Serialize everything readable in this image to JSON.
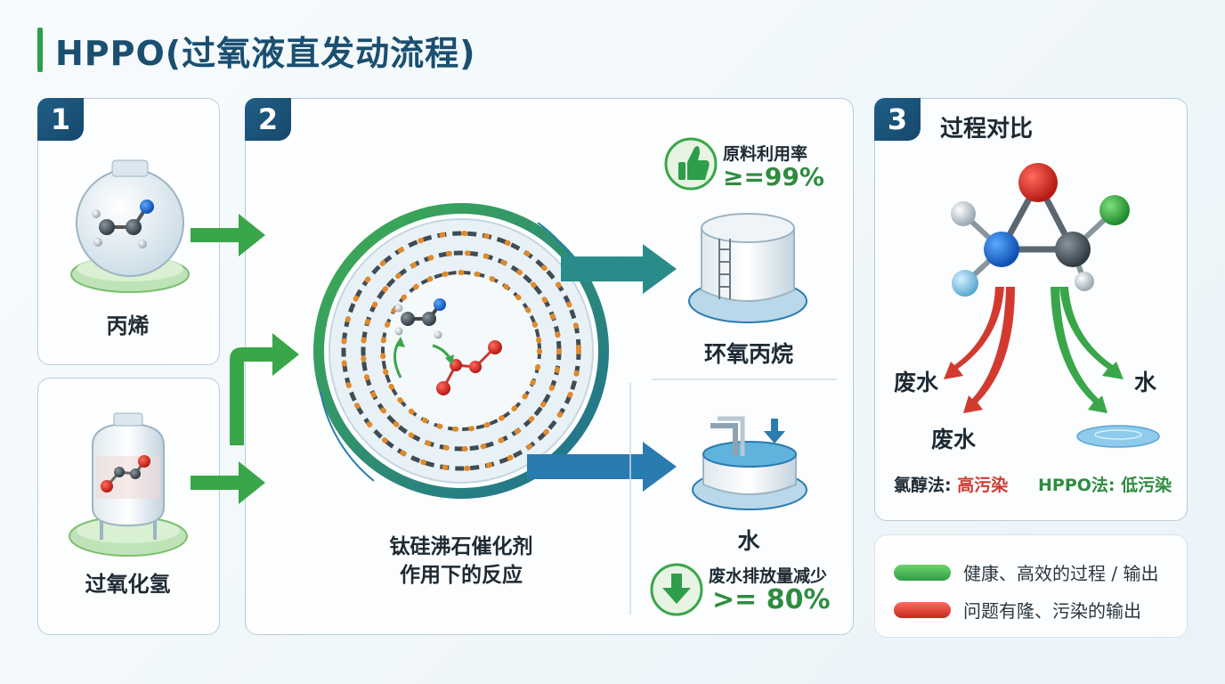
{
  "title": "HPPO(过氧液直发动流程)",
  "colors": {
    "primary": "#1a4f70",
    "green": "#2e9e4a",
    "red": "#d23a30",
    "arrow_blue": "#2a7bb0"
  },
  "panel1": {
    "badge": "1",
    "inputs": [
      {
        "label": "丙烯",
        "icon": "propylene-sphere-icon"
      },
      {
        "label": "过氧化氢",
        "icon": "hydrogen-peroxide-tank-icon"
      }
    ]
  },
  "panel2": {
    "badge": "2",
    "catalyst_label_line1": "钛硅沸石催化剂",
    "catalyst_label_line2": "作用下的反应",
    "stat_top": {
      "label": "原料利用率",
      "value": "≥=99%",
      "icon": "thumbs-up-icon"
    },
    "product": {
      "label": "环氧丙烷",
      "icon": "storage-tank-icon"
    },
    "byproduct": {
      "label": "水",
      "icon": "water-basin-icon"
    },
    "stat_bottom": {
      "label": "废水排放量减少",
      "value": ">= 80%",
      "icon": "down-arrow-icon"
    }
  },
  "panel3": {
    "badge": "3",
    "title": "过程对比",
    "left_out1": "废水",
    "left_out2": "废水",
    "right_out": "水",
    "compare_left_name": "氯醇法:",
    "compare_left_value": "高污染",
    "compare_right": "HPPO法: 低污染"
  },
  "legend": {
    "items": [
      {
        "label": "健康、高效的过程 / 输出",
        "color": "#2e9e4a"
      },
      {
        "label": "问题有隆、污染的输出",
        "color": "#d23a30"
      }
    ]
  }
}
